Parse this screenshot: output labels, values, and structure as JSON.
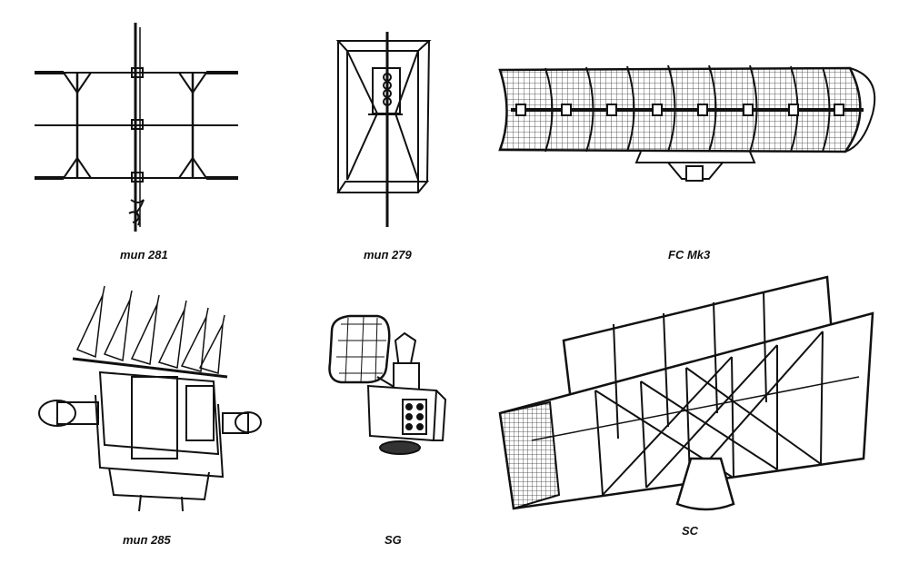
{
  "figures": [
    {
      "id": "fig1",
      "caption": "тип 281"
    },
    {
      "id": "fig2",
      "caption": "тип 279"
    },
    {
      "id": "fig3",
      "caption": "FC  Mk3"
    },
    {
      "id": "fig4",
      "caption": "тип 285"
    },
    {
      "id": "fig5",
      "caption": "SG"
    },
    {
      "id": "fig6",
      "caption": "SC"
    }
  ]
}
